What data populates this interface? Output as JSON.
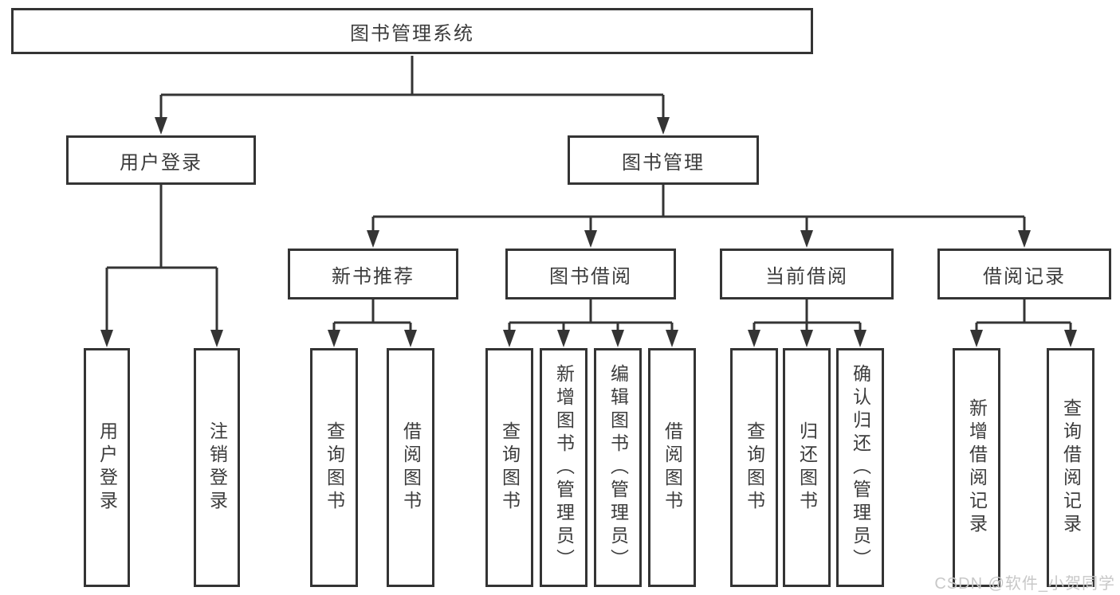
{
  "colors": {
    "line": "#343434",
    "text": "#3c3c3c",
    "watermark": "#c8c8c8",
    "background": "#ffffff"
  },
  "watermark": "CSDN @软件_小贺同学",
  "tree": {
    "label": "图书管理系统",
    "children": [
      {
        "label": "用户登录",
        "children": [
          {
            "label": "用户登录"
          },
          {
            "label": "注销登录"
          }
        ]
      },
      {
        "label": "图书管理",
        "children": [
          {
            "label": "新书推荐",
            "children": [
              {
                "label": "查询图书"
              },
              {
                "label": "借阅图书"
              }
            ]
          },
          {
            "label": "图书借阅",
            "children": [
              {
                "label": "查询图书"
              },
              {
                "label": "新增图书（管理员）"
              },
              {
                "label": "编辑图书（管理员）"
              },
              {
                "label": "借阅图书"
              }
            ]
          },
          {
            "label": "当前借阅",
            "children": [
              {
                "label": "查询图书"
              },
              {
                "label": "归还图书"
              },
              {
                "label": "确认归还（管理员）"
              }
            ]
          },
          {
            "label": "借阅记录",
            "children": [
              {
                "label": "新增借阅记录"
              },
              {
                "label": "查询借阅记录"
              }
            ]
          }
        ]
      }
    ]
  }
}
